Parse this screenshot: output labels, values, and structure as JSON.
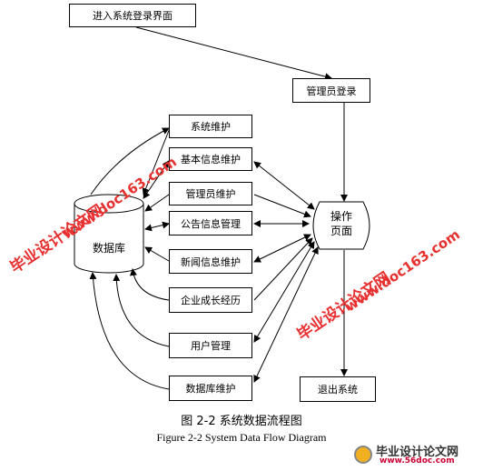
{
  "nodes": {
    "enter": "进入系统登录界面",
    "admin_login": "管理员登录",
    "sys_maint": "系统维护",
    "basic_info": "基本信息维护",
    "admin_maint": "管理员维护",
    "notice": "公告信息管理",
    "news": "新闻信息维护",
    "history": "企业成长经历",
    "user_mgmt": "用户管理",
    "db_maint": "数据库维护",
    "exit": "退出系统",
    "op_page_line1": "操作",
    "op_page_line2": "页面",
    "database": "数据库"
  },
  "caption": {
    "cn": "图 2-2  系统数据流程图",
    "en": "Figure 2-2 System Data Flow Diagram"
  },
  "watermarks": {
    "site_cn": "毕业设计论文网",
    "site_url": "www.doc163.com"
  },
  "logo": {
    "title": "毕业设计论文网",
    "url": "www.56doc.com"
  }
}
